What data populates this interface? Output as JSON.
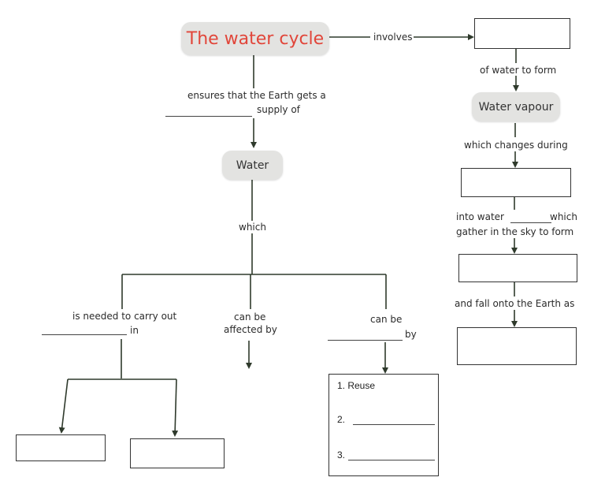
{
  "title": "The water cycle",
  "nodes": {
    "water": "Water",
    "water_vapour": "Water vapour"
  },
  "labels": {
    "involves": "involves",
    "ensures_line1": "ensures that the Earth gets a",
    "ensures_line2": "supply of",
    "which": "which",
    "of_water_to_form": "of water to form",
    "which_changes_during": "which changes during",
    "into_water": "into water",
    "which_right": "which",
    "gather": "gather in the sky to form",
    "fall": "and fall onto the Earth as",
    "is_needed": "is needed to carry out",
    "in": "in",
    "can_be_affected_line1": "can be",
    "can_be_affected_line2": "affected by",
    "can_be": "can be",
    "by": "by"
  },
  "reuse_list": {
    "item1": "1.  Reuse",
    "item2": "2.",
    "item3": "3."
  },
  "colors": {
    "title_red": "#e1463a",
    "pill_fill": "#e3e3e1",
    "line": "#2f3a2c"
  }
}
